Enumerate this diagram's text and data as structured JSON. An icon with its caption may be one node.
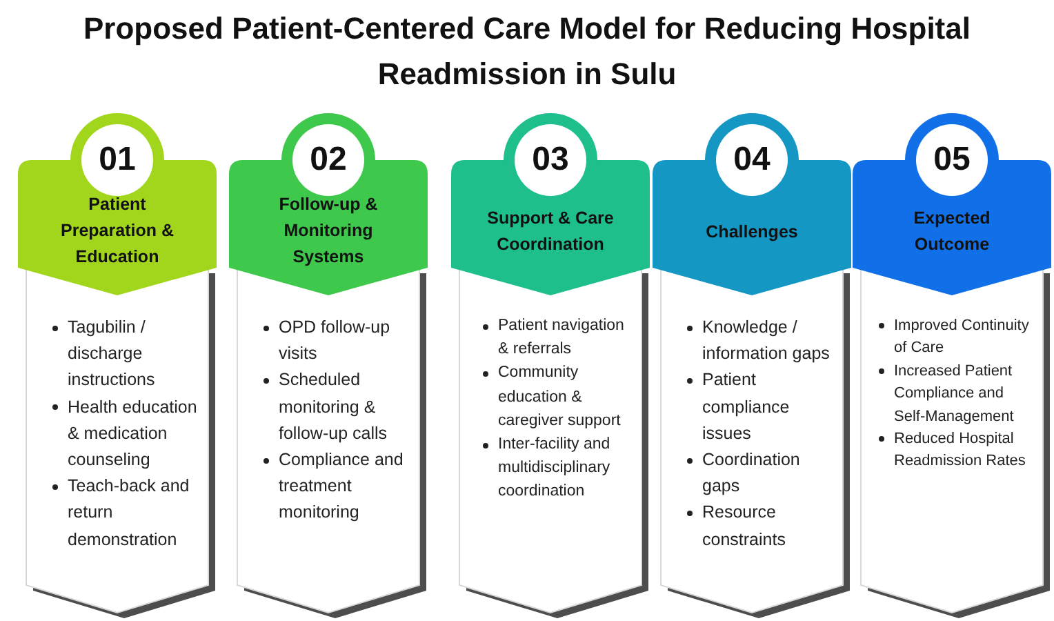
{
  "diagram": {
    "title": "Proposed Patient-Centered Care Model for Reducing Hospital Readmission in Sulu",
    "nodes": [
      {
        "text": [
          "01",
          "Patient Preparation & Education",
          "Tagubilin / discharge instructions",
          "Health education & medication counseling",
          "Teach-back and return demonstration"
        ]
      },
      {
        "text": [
          "02",
          "Follow-up & Monitoring Systems",
          "OPD follow-up visits",
          "Scheduled monitoring & follow-up calls",
          "Compliance and treatment monitoring"
        ]
      },
      {
        "text": [
          "03",
          "Support & Care Coordination",
          "Patient navigation & referrals",
          "Community education & caregiver support",
          "Inter-facility and multidisciplinary coordination"
        ]
      },
      {
        "text": [
          "04",
          "Challenges",
          "Knowledge / information gaps",
          "Patient compliance issues",
          "Coordination gaps",
          "Resource constraints"
        ]
      },
      {
        "text": [
          "05",
          "Expected Outcome",
          "Improved Continuity of Care",
          "Increased Patient Compliance and Self-Management",
          "Reduced Hospital Readmission Rates"
        ]
      }
    ]
  }
}
